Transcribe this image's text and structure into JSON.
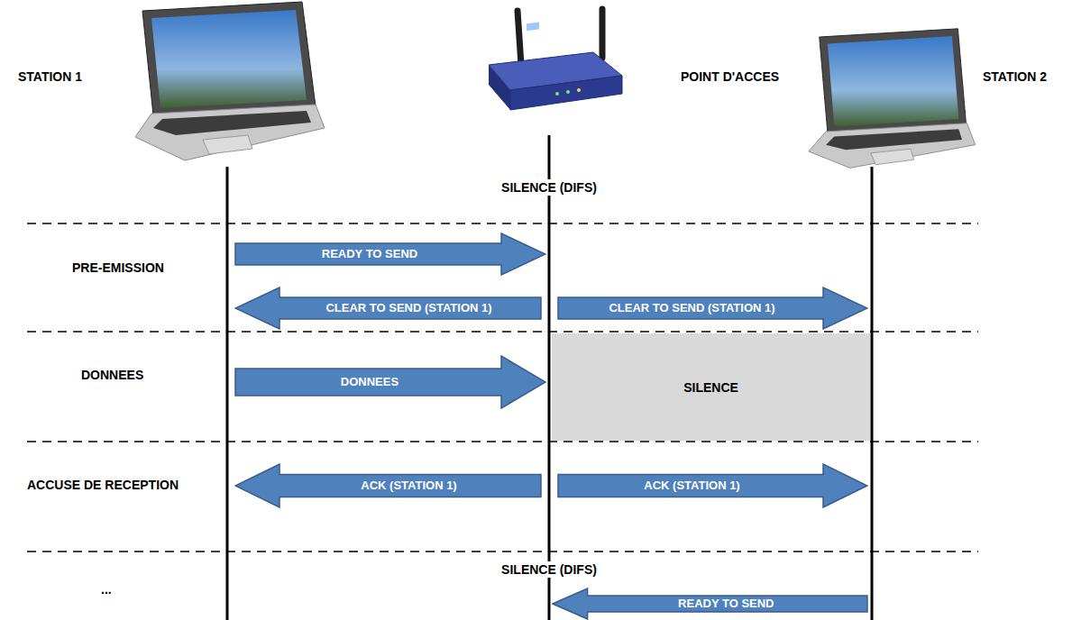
{
  "diagram": {
    "nodes": [
      {
        "text": [
          "READY TO SEND"
        ]
      },
      {
        "text": [
          "CLEAR TO SEND (STATION 1)"
        ]
      },
      {
        "text": [
          "CLEAR TO SEND (STATION 1)"
        ]
      },
      {
        "text": [
          "DONNEES"
        ]
      },
      {
        "text": [
          "SILENCE"
        ]
      },
      {
        "text": [
          "ACK (STATION 1)"
        ]
      },
      {
        "text": [
          "ACK (STATION 1)"
        ]
      },
      {
        "text": [
          "READY TO SEND"
        ]
      }
    ],
    "labels": [
      "STATION 1",
      "POINT D'ACCES",
      "STATION 2",
      "SILENCE (DIFS)",
      "PRE-EMISSION",
      "DONNEES",
      "ACCUSE DE RECEPTION",
      "...",
      "SILENCE (DIFS)"
    ]
  }
}
